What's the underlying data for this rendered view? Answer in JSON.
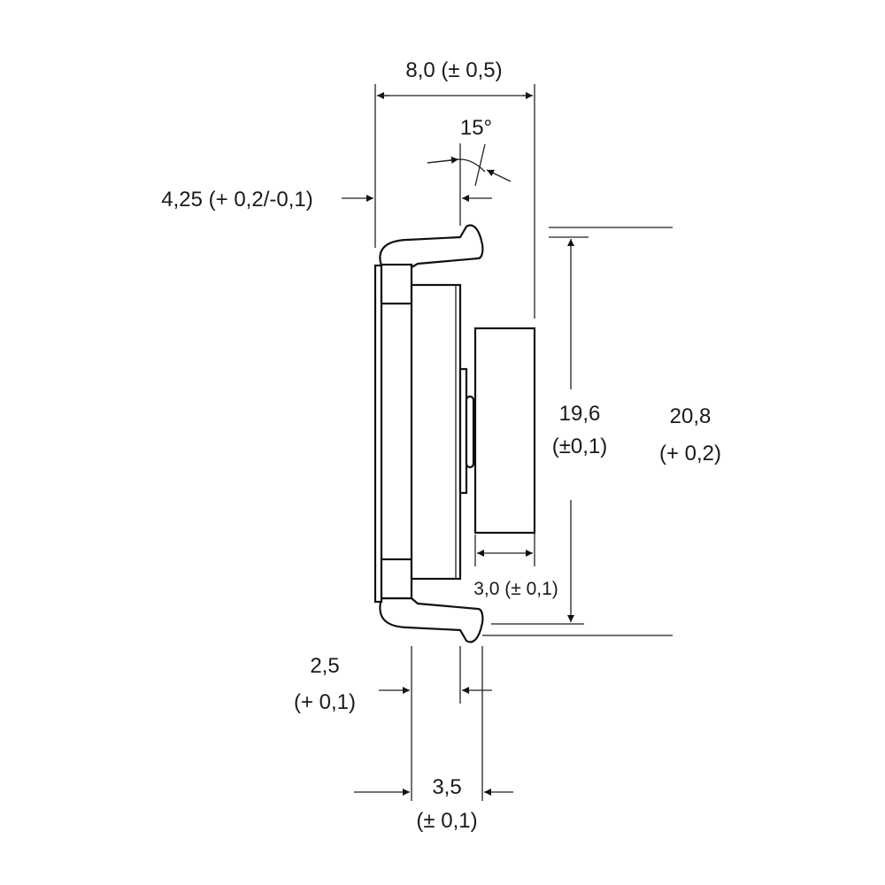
{
  "dimensions": {
    "overall_width": "8,0 (± 0,5)",
    "angle": "15°",
    "clip_offset": "4,25 (+ 0,2/-0,1)",
    "inner_height_value": "19,6",
    "inner_height_tol": "(±0,1)",
    "outer_height_value": "20,8",
    "outer_height_tol": "(+ 0,2)",
    "block_width": "3,0 (± 0,1)",
    "clip_gap_value": "2,5",
    "clip_gap_tol": "(+ 0,1)",
    "clip_width_value": "3,5",
    "clip_width_tol": "(± 0,1)"
  },
  "colors": {
    "line": "#111111",
    "background": "#ffffff"
  }
}
